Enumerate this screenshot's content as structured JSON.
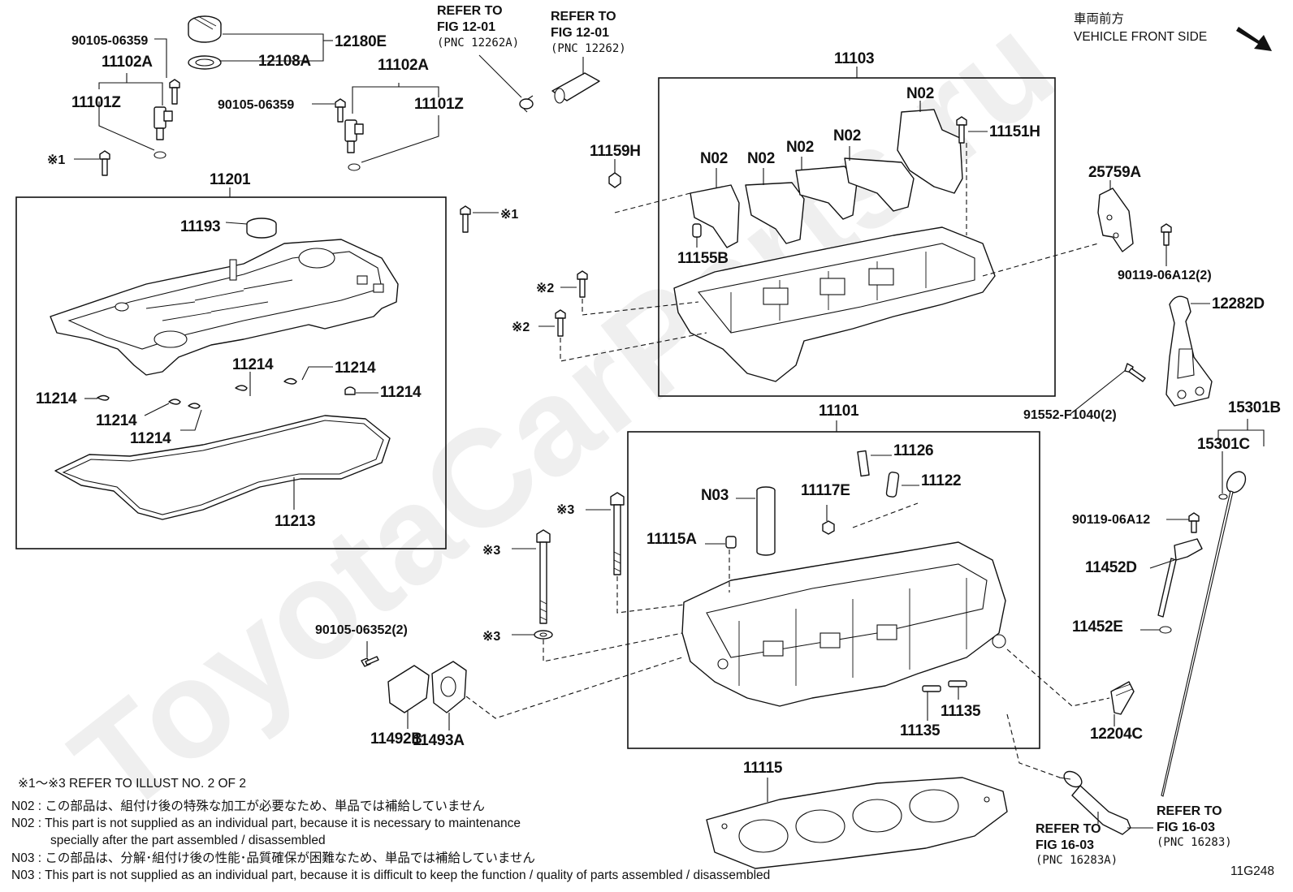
{
  "header": {
    "direction_jp": "車両前方",
    "direction_en": "VEHICLE FRONT SIDE"
  },
  "refs": [
    {
      "id": "ref1",
      "lines": [
        "REFER TO",
        "FIG 12-01",
        "(PNC 12262A)"
      ]
    },
    {
      "id": "ref2",
      "lines": [
        "REFER TO",
        "FIG 12-01",
        "(PNC 12262)"
      ]
    },
    {
      "id": "ref3",
      "lines": [
        "REFER TO",
        "FIG 16-03",
        "(PNC 16283A)"
      ]
    },
    {
      "id": "ref4",
      "lines": [
        "REFER TO",
        "FIG 16-03",
        "(PNC 16283)"
      ]
    }
  ],
  "labels": {
    "p90105_06359_a": "90105-06359",
    "p11102A_a": "11102A",
    "p11101Z_a": "11101Z",
    "p12180E": "12180E",
    "p12108A": "12108A",
    "p11102A_b": "11102A",
    "p90105_06359_b": "90105-06359",
    "p11101Z_b": "11101Z",
    "p_mark1_a": "※1",
    "p_mark1_b": "※1",
    "p11201": "11201",
    "p11193": "11193",
    "p11214_a": "11214",
    "p11214_b": "11214",
    "p11214_c": "11214",
    "p11214_d": "11214",
    "p11214_e": "11214",
    "p11214_f": "11214",
    "p11213": "11213",
    "p11103": "11103",
    "p11159H": "11159H",
    "pN02_a": "N02",
    "pN02_b": "N02",
    "pN02_c": "N02",
    "pN02_d": "N02",
    "pN02_e": "N02",
    "p11151H": "11151H",
    "p11155B": "11155B",
    "p_mark2_a": "※2",
    "p_mark2_b": "※2",
    "p25759A": "25759A",
    "p90119_06A12_2": "90119-06A12(2)",
    "p12282D": "12282D",
    "p91552_F1040_2": "91552-F1040(2)",
    "p11101": "11101",
    "p15301B": "15301B",
    "p15301C": "15301C",
    "p11126": "11126",
    "p11122": "11122",
    "pN03": "N03",
    "p11117E": "11117E",
    "p11115A": "11115A",
    "p_mark3_a": "※3",
    "p_mark3_b": "※3",
    "p_mark3_c": "※3",
    "p90119_06A12": "90119-06A12",
    "p11452D": "11452D",
    "p11452E": "11452E",
    "p90105_06352_2": "90105-06352(2)",
    "p11492B": "11492B",
    "p11493A": "11493A",
    "p11135_a": "11135",
    "p11135_b": "11135",
    "p12204C": "12204C",
    "p11115": "11115"
  },
  "notes": [
    "※1～※3  REFER TO ILLUST NO. 2 OF 2",
    "N02 : この部品は、組付け後の特殊な加工が必要なため、単品では補給していません",
    "N02 : This part is not supplied as an individual part, because it is necessary to maintenance",
    "specially after the part assembled / disassembled",
    "N03 : この部品は、分解･組付け後の性能･品質確保が困難なため、単品では補給していません",
    "N03 : This part is not supplied as an individual part, because it is difficult to keep the function / quality of parts  assembled / disassembled"
  ],
  "figure_id": "11G248",
  "watermark": "ToyotaCarParts.ru"
}
